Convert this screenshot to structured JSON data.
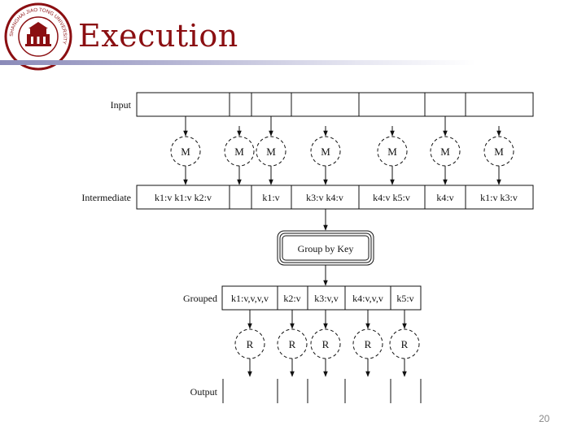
{
  "slide": {
    "title": "Execution",
    "page_number": "20"
  },
  "logo": {
    "ring_text": "SHANGHAI JIAO TONG UNIVERSITY"
  },
  "diagram": {
    "labels": {
      "input": "Input",
      "intermediate": "Intermediate",
      "grouped": "Grouped",
      "output": "Output"
    },
    "map_label": "M",
    "reduce_label": "R",
    "intermediate_cells": [
      "k1:v k1:v k2:v",
      "k1:v",
      "k3:v k4:v",
      "k4:v k5:v",
      "k4:v",
      "k1:v k3:v"
    ],
    "group_by_key": "Group by Key",
    "grouped_cells": [
      "k1:v,v,v,v",
      "k2:v",
      "k3:v,v",
      "k4:v,v,v",
      "k5:v"
    ]
  },
  "colors": {
    "title": "#8b0f12",
    "logo": "#8b0f12",
    "line": "#111111"
  }
}
